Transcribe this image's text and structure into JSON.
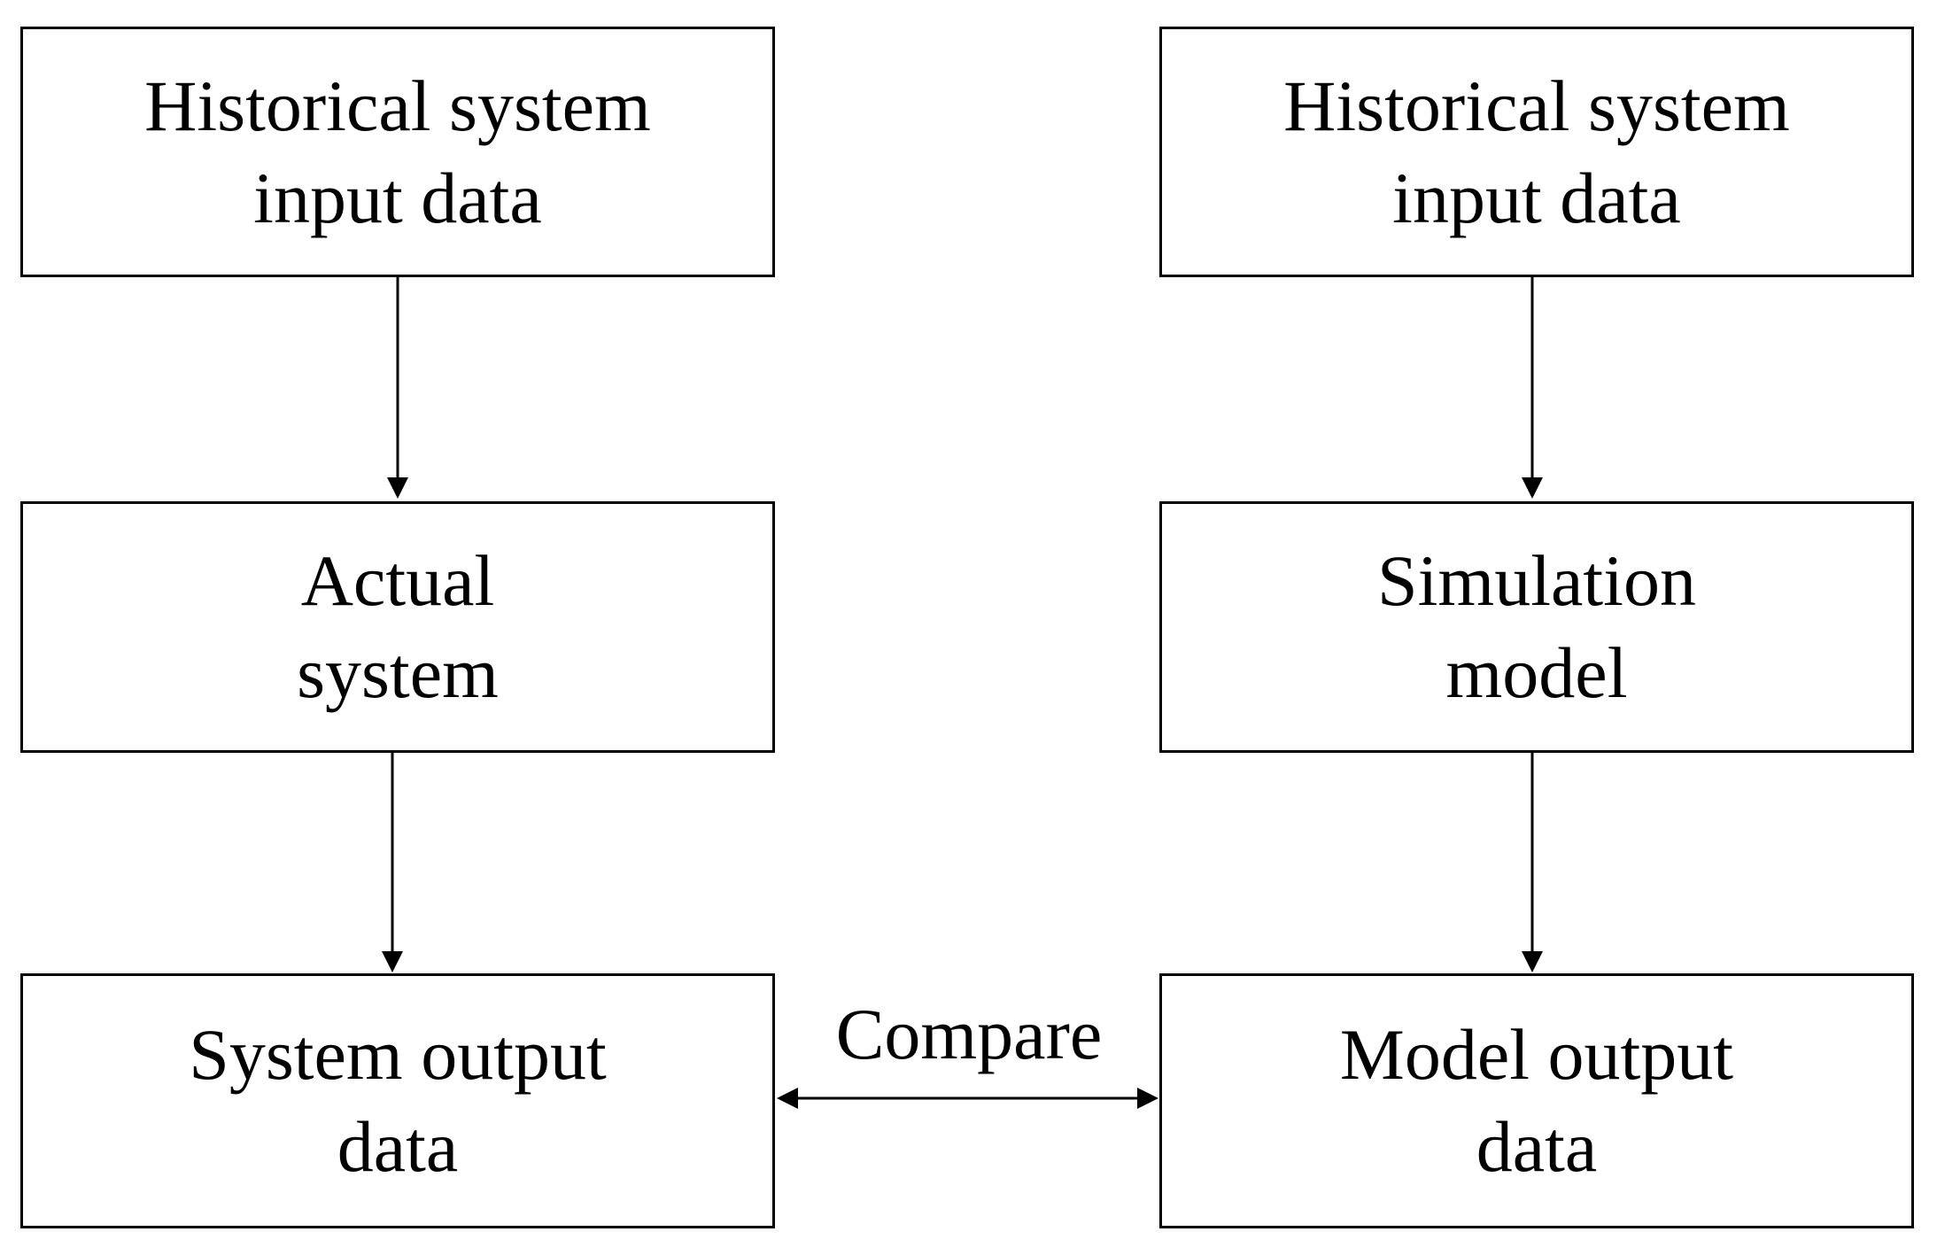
{
  "diagram": {
    "left_column": {
      "input_box": {
        "line1": "Historical system",
        "line2": "input data"
      },
      "process_box": {
        "line1": "Actual",
        "line2": "system"
      },
      "output_box": {
        "line1": "System output",
        "line2": "data"
      }
    },
    "right_column": {
      "input_box": {
        "line1": "Historical system",
        "line2": "input data"
      },
      "process_box": {
        "line1": "Simulation",
        "line2": "model"
      },
      "output_box": {
        "line1": "Model output",
        "line2": "data"
      }
    },
    "compare_label": "Compare",
    "colors": {
      "stroke": "#000000",
      "background": "#ffffff"
    }
  }
}
